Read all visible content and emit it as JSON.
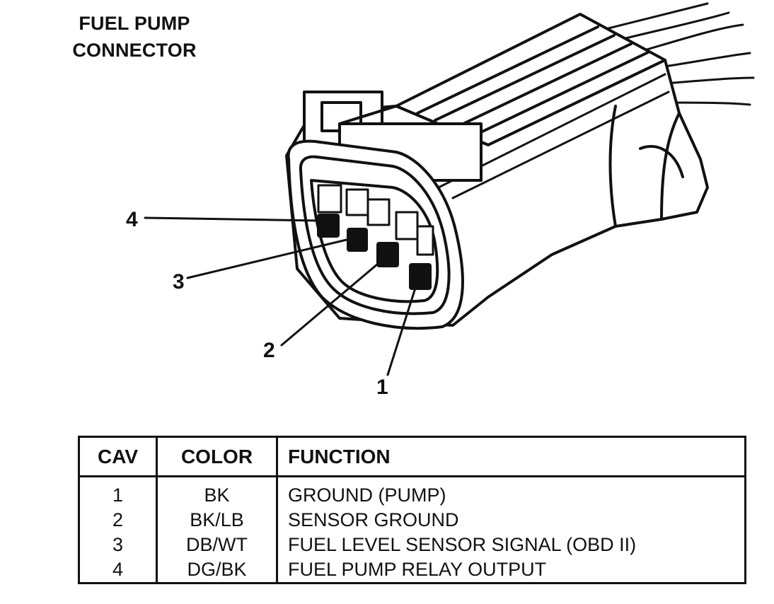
{
  "title": {
    "line1": "FUEL PUMP",
    "line2": "CONNECTOR"
  },
  "callouts": [
    "4",
    "3",
    "2",
    "1"
  ],
  "table": {
    "headers": {
      "cav": "CAV",
      "color": "COLOR",
      "function": "FUNCTION"
    },
    "rows": [
      {
        "cav": "1",
        "color": "BK",
        "function": "GROUND (PUMP)"
      },
      {
        "cav": "2",
        "color": "BK/LB",
        "function": "SENSOR GROUND"
      },
      {
        "cav": "3",
        "color": "DB/WT",
        "function": "FUEL LEVEL SENSOR SIGNAL (OBD II)"
      },
      {
        "cav": "4",
        "color": "DG/BK",
        "function": "FUEL PUMP RELAY OUTPUT"
      }
    ]
  }
}
